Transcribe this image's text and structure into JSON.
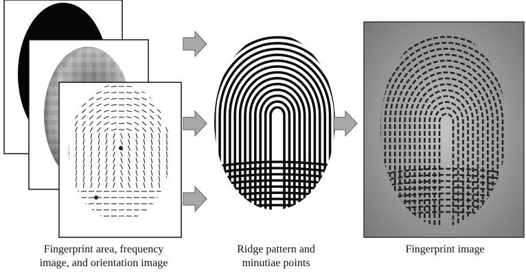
{
  "stages": [
    {
      "id": "input-maps",
      "caption_line1": "Fingerprint area, frequency",
      "caption_line2": "image, and orientation image",
      "panels": [
        "area-mask",
        "frequency-image",
        "orientation-image"
      ]
    },
    {
      "id": "ridge-pattern",
      "caption_line1": "Ridge pattern and",
      "caption_line2": "minutiae points"
    },
    {
      "id": "fingerprint",
      "caption_line1": "Fingerprint image"
    }
  ],
  "arrows_between_stage_1_and_2": 3,
  "arrows_between_stage_2_and_3": 1,
  "icons": [
    "arrow-right-icon"
  ],
  "colors": {
    "arrow_fill": "#a9a9a9",
    "arrow_stroke": "#6b6b6b",
    "ink": "#111111",
    "photo_background": "#9a9a9a"
  }
}
